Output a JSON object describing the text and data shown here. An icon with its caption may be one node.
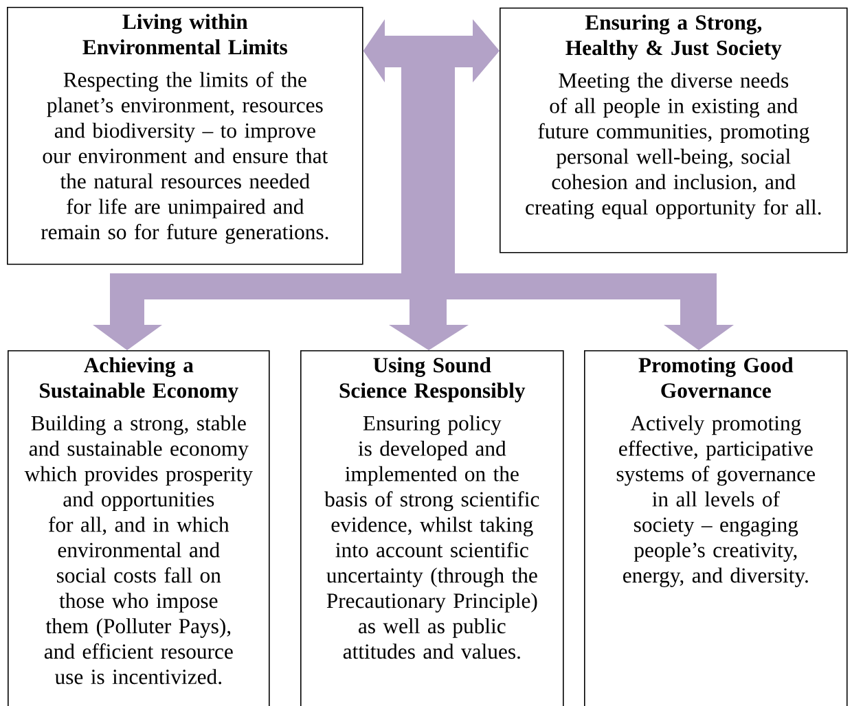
{
  "diagram": {
    "nodes": [
      {
        "text": [
          "Living within Environmental Limits",
          "Respecting the limits of the planet’s environment, resources and biodiversity – to improve our environment and ensure that the natural resources needed for life are unimpaired and remain so for future generations."
        ]
      },
      {
        "text": [
          "Ensuring a Strong, Healthy & Just Society",
          "Meeting the diverse needs of all people in existing and future communities, promoting personal well-being, social cohesion and inclusion, and creating equal opportunity for all."
        ]
      },
      {
        "text": [
          "Achieving a Sustainable Economy",
          "Building a strong, stable and sustainable economy which provides prosperity and opportunities for all, and in which environmental and social costs fall on those who impose them (Polluter Pays), and efficient resource use is incentivized."
        ]
      },
      {
        "text": [
          "Using Sound Science Responsibly",
          "Ensuring policy is developed and implemented on the basis of strong scientific evidence, whilst taking into account scientific uncertainty (through the Precautionary Principle) as well as public attitudes and values."
        ]
      },
      {
        "text": [
          "Promoting Good Governance",
          "Actively promoting effective, participative systems of governance in all levels of society – engaging people’s creativity, energy, and diversity."
        ]
      }
    ],
    "edges": [
      {
        "from": 0,
        "to": 1,
        "arrow": "both"
      },
      {
        "from": null,
        "to": 2,
        "arrow": "to"
      },
      {
        "from": null,
        "to": 3,
        "arrow": "to"
      },
      {
        "from": null,
        "to": 4,
        "arrow": "to"
      }
    ]
  }
}
